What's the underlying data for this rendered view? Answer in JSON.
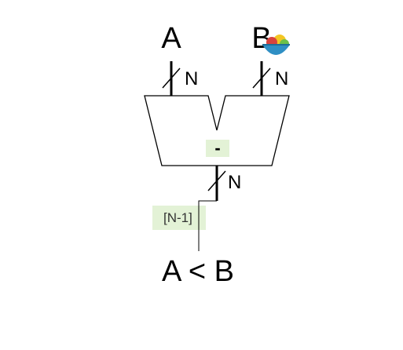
{
  "inputs": {
    "a_label": "A",
    "b_label": "B",
    "a_width": "N",
    "b_width": "N"
  },
  "subtractor": {
    "operator": "-"
  },
  "output": {
    "width": "N",
    "slice_label": "[N-1]",
    "result_label": "A < B"
  },
  "colors": {
    "line": "#000000",
    "highlight": "#e3f2d6",
    "background": "#ffffff"
  },
  "icons": {
    "overlay": "emoji-bowl-icon"
  }
}
